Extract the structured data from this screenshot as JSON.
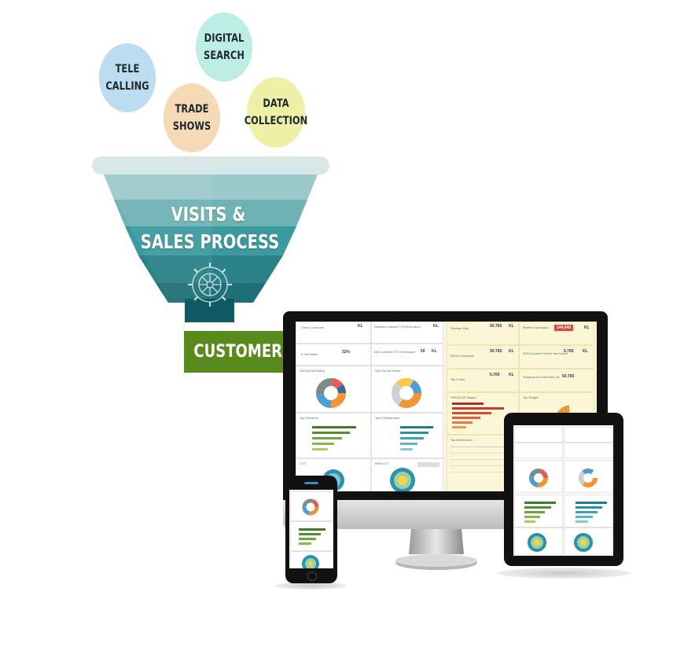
{
  "bubbles": [
    {
      "key": "tele",
      "line1": "TELE",
      "line2": "CALLING",
      "color": "#bcdcef"
    },
    {
      "key": "digital",
      "line1": "DIGITAL",
      "line2": "SEARCH",
      "color": "#bdeee5"
    },
    {
      "key": "trade",
      "line1": "TRADE",
      "line2": "SHOWS",
      "color": "#f6d9b7"
    },
    {
      "key": "data",
      "line1": "DATA",
      "line2": "COLLECTION",
      "color": "#eef0a8"
    }
  ],
  "funnel": {
    "line1": "VISITS &",
    "line2": "SALES PROCESS",
    "colors": {
      "rim": "#d8e8e8",
      "top": "#8fc3c3",
      "mid": "#3a9a9f",
      "bottom": "#1e6f78",
      "stem": "#0f5a62"
    }
  },
  "customer": {
    "label": "CUSTOMER",
    "chevron": "›",
    "color": "#5b8a1c"
  },
  "desktop": {
    "kpis_left": [
      {
        "label": "Churn Customer",
        "value": "",
        "unit": "KL"
      },
      {
        "label": "Retained Customer YTD Performance",
        "value": "",
        "unit": "KL"
      },
      {
        "label": "# Sell Rates",
        "value": "32%",
        "unit": ""
      },
      {
        "label": "New Customer YTD Performance",
        "value": "50",
        "unit": "KL"
      }
    ],
    "kpis_right": [
      {
        "label": "Pipeline Size",
        "value": "50.765",
        "unit": "KL"
      },
      {
        "label": "Pipeline Gap/Surplus",
        "value": "144,640",
        "unit": "KL"
      },
      {
        "label": "WON Customers",
        "value": "50.765",
        "unit": "KL"
      },
      {
        "label": "WON Customer Current Year Impact",
        "value": "5.765",
        "unit": "KL"
      },
      {
        "label": "Top 5 Size",
        "value": "5.765",
        "unit": "KL"
      },
      {
        "label": "Prospects from Deal Won / All",
        "value": "50.765",
        "unit": ""
      }
    ],
    "section_titles": {
      "sell_out_brand": "Sell Out By Brand",
      "sell_out_sector": "Sell Out By Sector",
      "top5_brands": "Top 5 Brands",
      "top5_distributors": "Top 5 Distributors",
      "cyt": "CYT",
      "bws": "BWS CYT",
      "spancop": "SPANCOP Stages",
      "top_stages": "Top Stages",
      "top_distribution": "Top Distribution"
    }
  }
}
